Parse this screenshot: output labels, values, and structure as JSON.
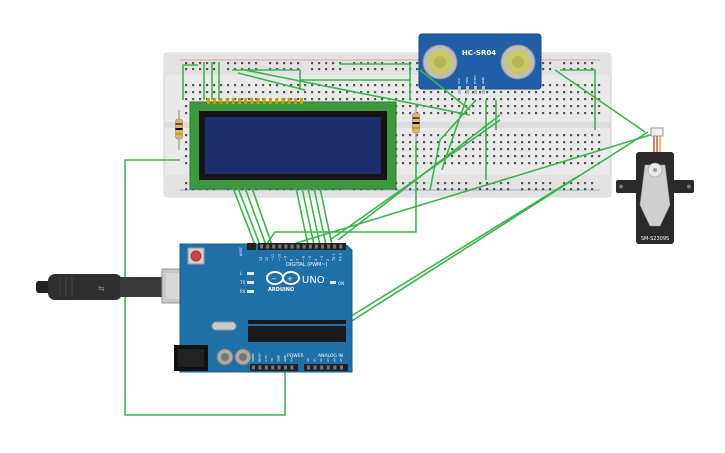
{
  "circuit": {
    "lcd": {
      "label": ""
    },
    "ultrasonic": {
      "label": "HC-SR04",
      "pins": [
        "VCC",
        "TRIG",
        "ECHO",
        "GND"
      ]
    },
    "servo": {
      "label": "SM-S2309S"
    },
    "arduino": {
      "brand": "ARDUINO",
      "model": "UNO",
      "digital_label": "DIGITAL (PWM~)",
      "power_label": "POWER",
      "analog_label": "ANALOG IN",
      "on_label": "ON",
      "led_labels": [
        "L",
        "TX",
        "RX"
      ],
      "aref_label": "AREF",
      "digital_pins": [
        "13",
        "12",
        "~11",
        "~10",
        "~9",
        "8",
        "7",
        "~6",
        "~5",
        "4",
        "~3",
        "2",
        "TX 1",
        "RX 0"
      ],
      "power_pins": [
        "IOREF",
        "RESET",
        "3.3V",
        "5V",
        "GND",
        "GND",
        "Vin"
      ],
      "analog_pins": [
        "A0",
        "A1",
        "A2",
        "A3",
        "A4",
        "A5"
      ]
    },
    "colors": {
      "wire": "#3cb44b",
      "breadboard": "#e8e8e8",
      "board": "#1f6fa8",
      "lcd_screen": "#1e2d6b",
      "lcd_pcb": "#3a9b3a",
      "sensor_pcb": "#1f5fa8"
    }
  }
}
